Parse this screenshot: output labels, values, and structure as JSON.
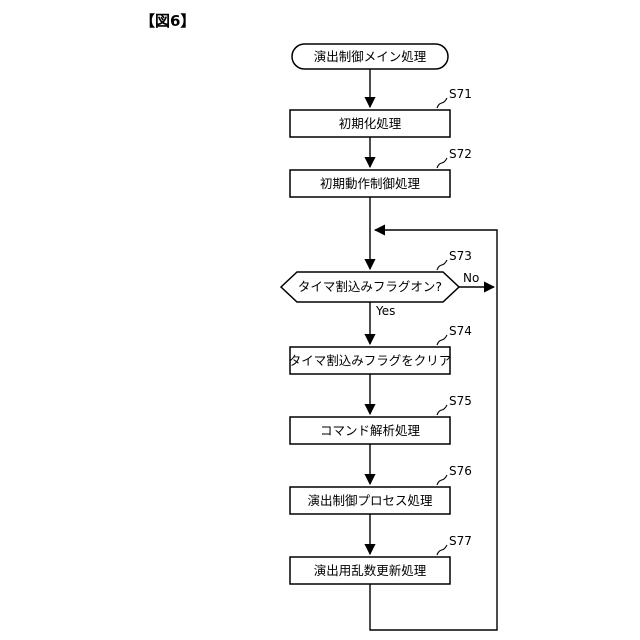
{
  "figure": {
    "label": "【図6】"
  },
  "flowchart": {
    "start": "演出制御メイン処理",
    "branch": {
      "yes": "Yes",
      "no": "No"
    },
    "steps": [
      {
        "id": "S71",
        "label": "初期化処理",
        "type": "process"
      },
      {
        "id": "S72",
        "label": "初期動作制御処理",
        "type": "process"
      },
      {
        "id": "S73",
        "label": "タイマ割込みフラグオン?",
        "type": "decision"
      },
      {
        "id": "S74",
        "label": "タイマ割込みフラグをクリア",
        "type": "process"
      },
      {
        "id": "S75",
        "label": "コマンド解析処理",
        "type": "process"
      },
      {
        "id": "S76",
        "label": "演出制御プロセス処理",
        "type": "process"
      },
      {
        "id": "S77",
        "label": "演出用乱数更新処理",
        "type": "process"
      }
    ]
  }
}
